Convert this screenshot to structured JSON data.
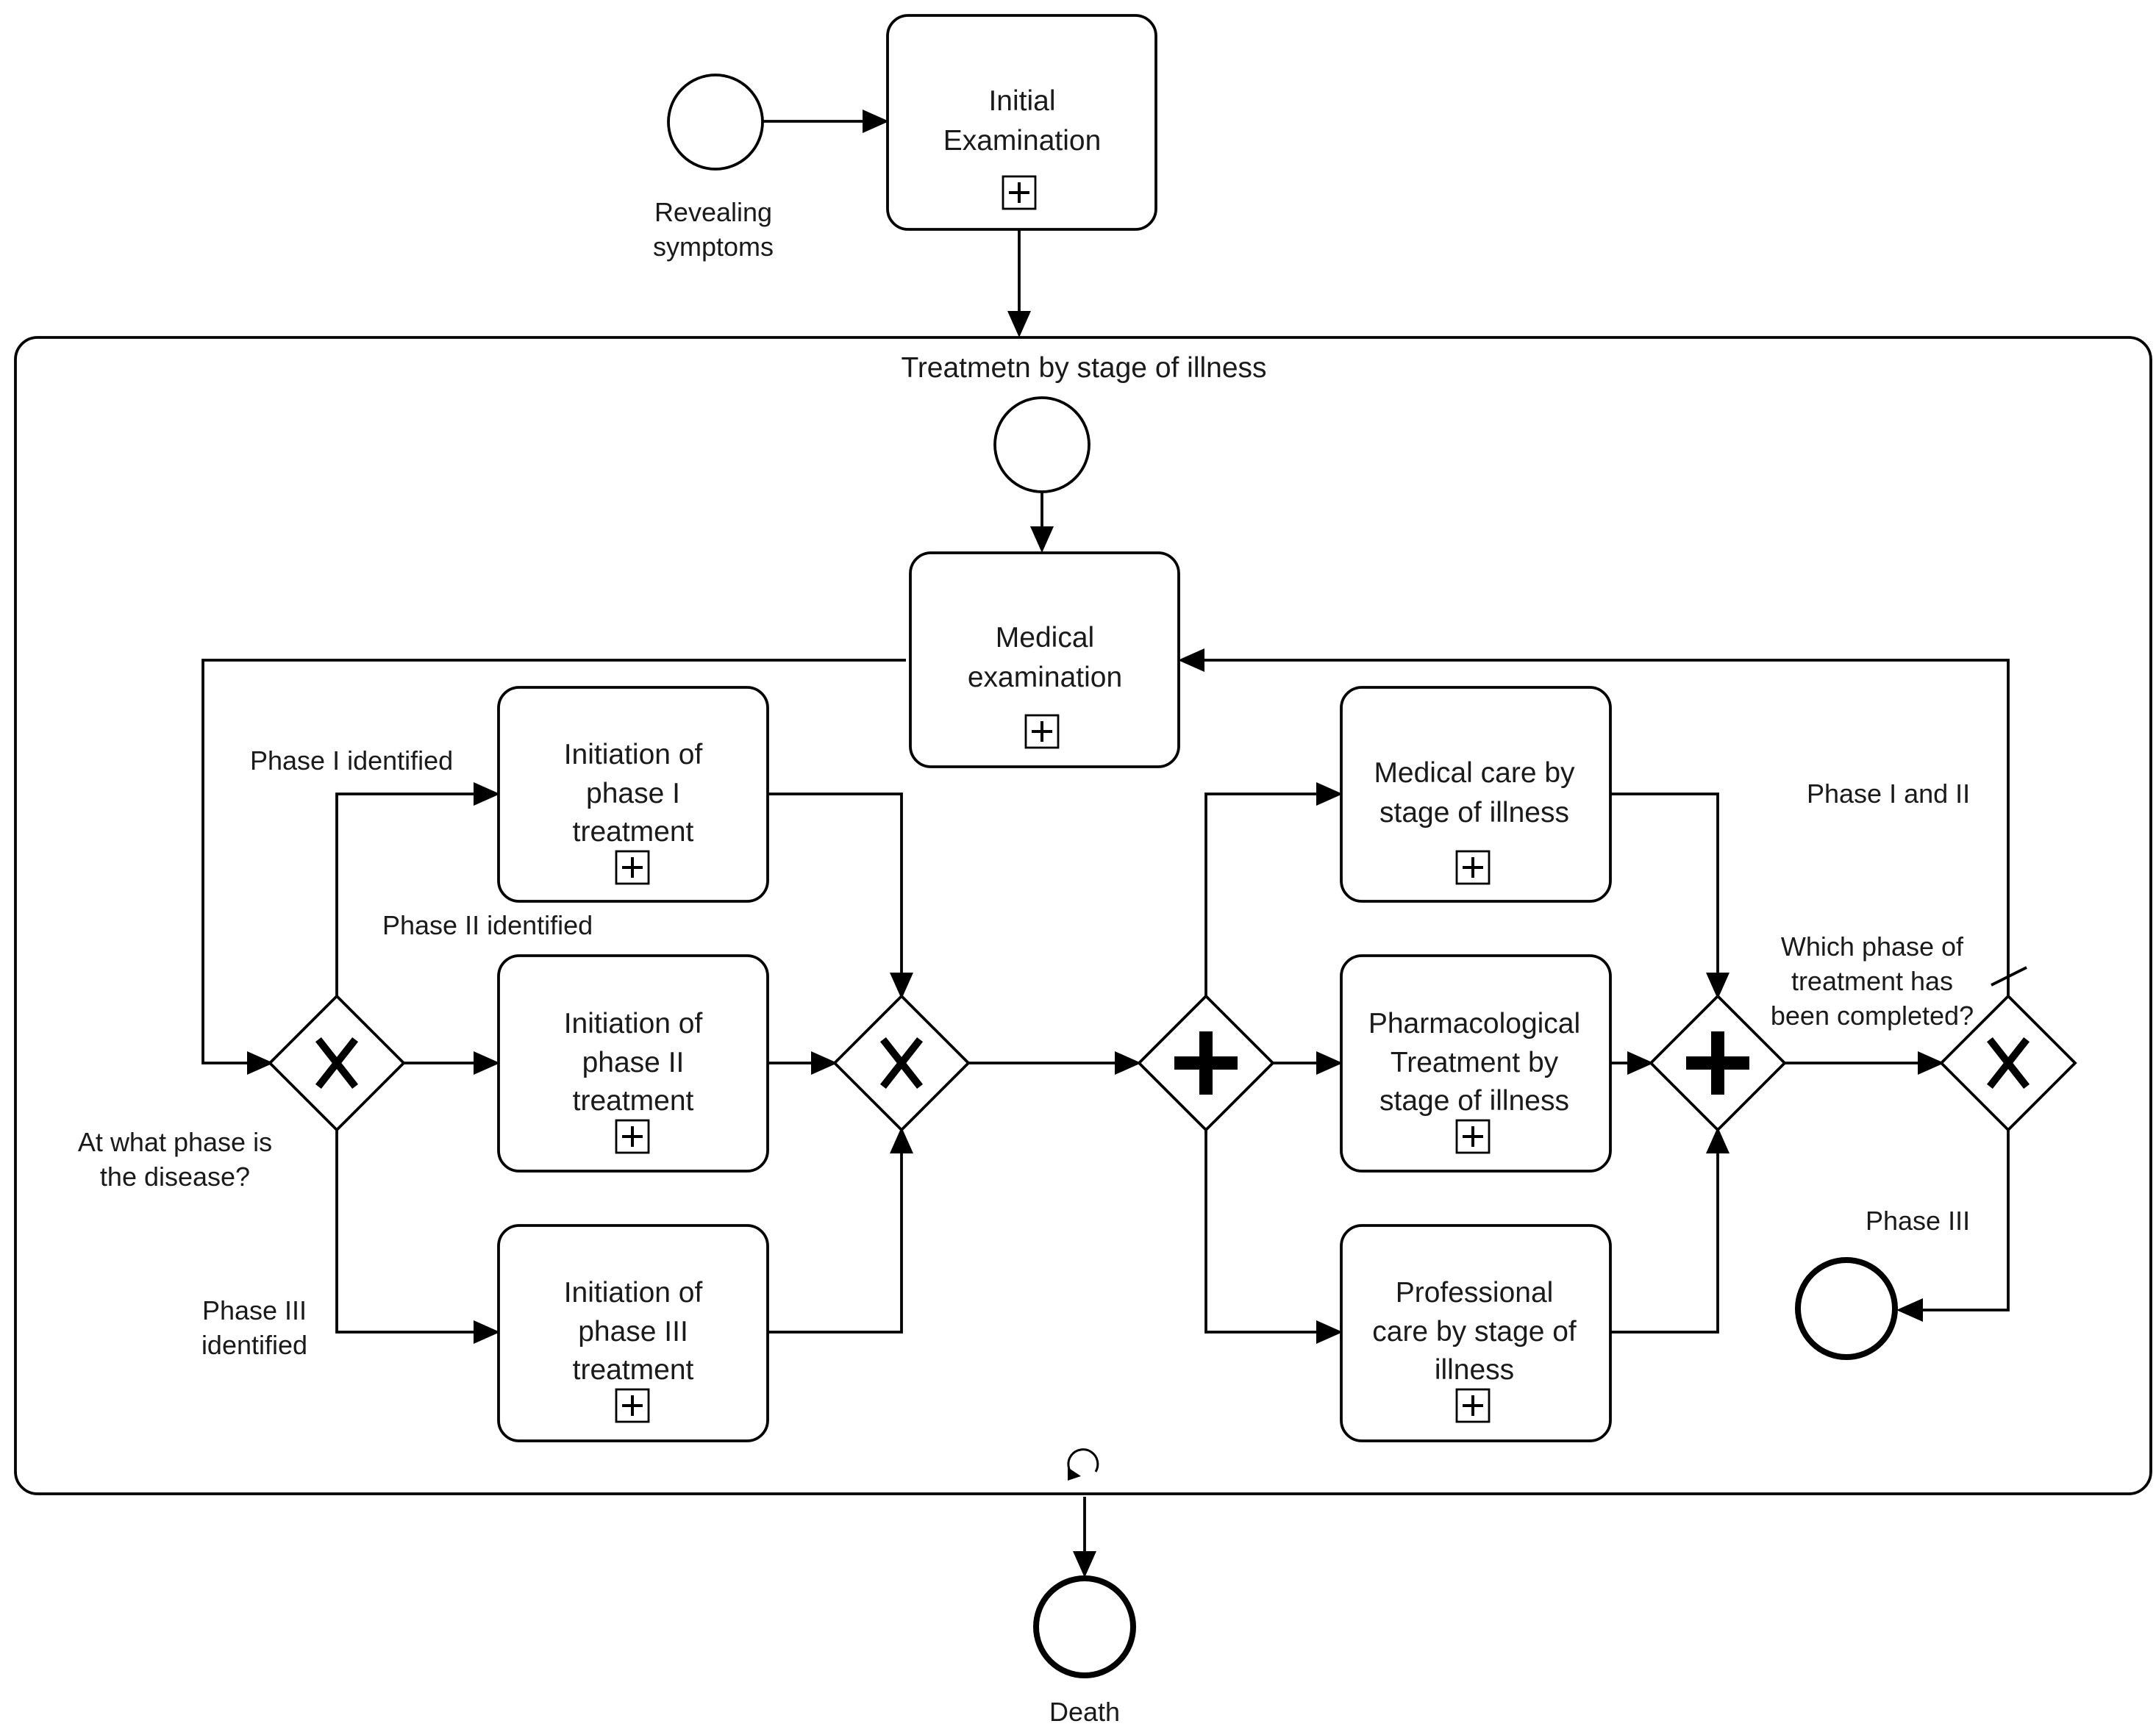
{
  "tasks": {
    "initial_examination": [
      "Initial",
      "Examination"
    ],
    "medical_examination": [
      "Medical",
      "examination"
    ],
    "phase1": [
      "Initiation of",
      "phase I",
      "treatment"
    ],
    "phase2": [
      "Initiation of",
      "phase II",
      "treatment"
    ],
    "phase3": [
      "Initiation of",
      "phase III",
      "treatment"
    ],
    "medical_care": [
      "Medical care by",
      "stage of illness"
    ],
    "pharmacological": [
      "Pharmacological",
      "Treatment by",
      "stage of illness"
    ],
    "professional_care": [
      "Professional",
      "care by stage of",
      "illness"
    ]
  },
  "subprocess": {
    "title": "Treatmetn by stage of illness"
  },
  "events": {
    "start": [
      "Revealing",
      "symptoms"
    ],
    "end_outer": "Death"
  },
  "gateways": {
    "phase_question": [
      "At what phase is",
      "the disease?"
    ],
    "completed_question": [
      "Which phase of",
      "treatment has",
      "been completed?"
    ]
  },
  "flows": {
    "phase1_identified": "Phase I identified",
    "phase2_identified": "Phase II identified",
    "phase3_identified": [
      "Phase III",
      "identified"
    ],
    "phase1_and_2": "Phase I and II",
    "phase3": "Phase III"
  }
}
